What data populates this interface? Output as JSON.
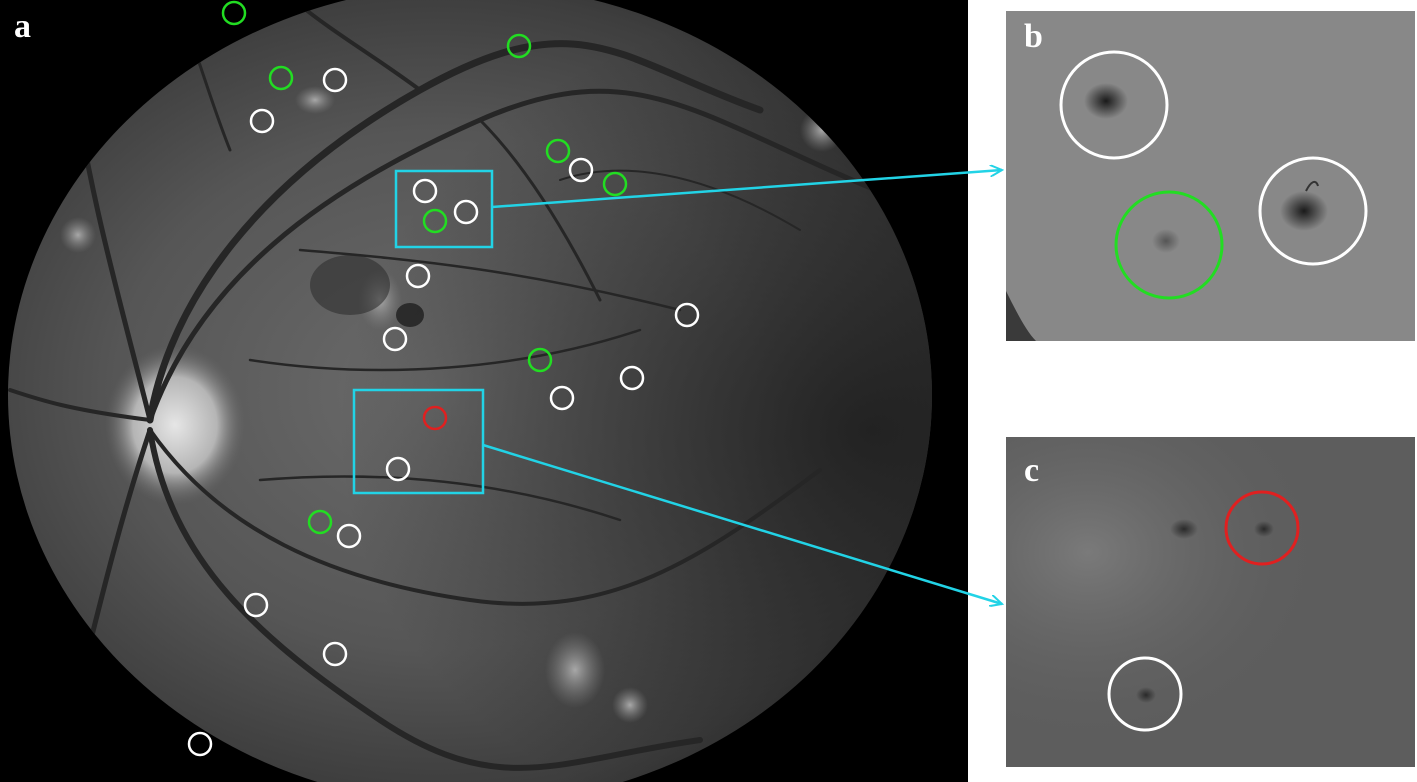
{
  "panels": {
    "a": {
      "label": "a"
    },
    "b": {
      "label": "b"
    },
    "c": {
      "label": "c"
    }
  },
  "colors": {
    "white_marker": "#ffffff",
    "green_marker": "#22dd22",
    "red_marker": "#e02020",
    "callout_box": "#22d3e6"
  }
}
